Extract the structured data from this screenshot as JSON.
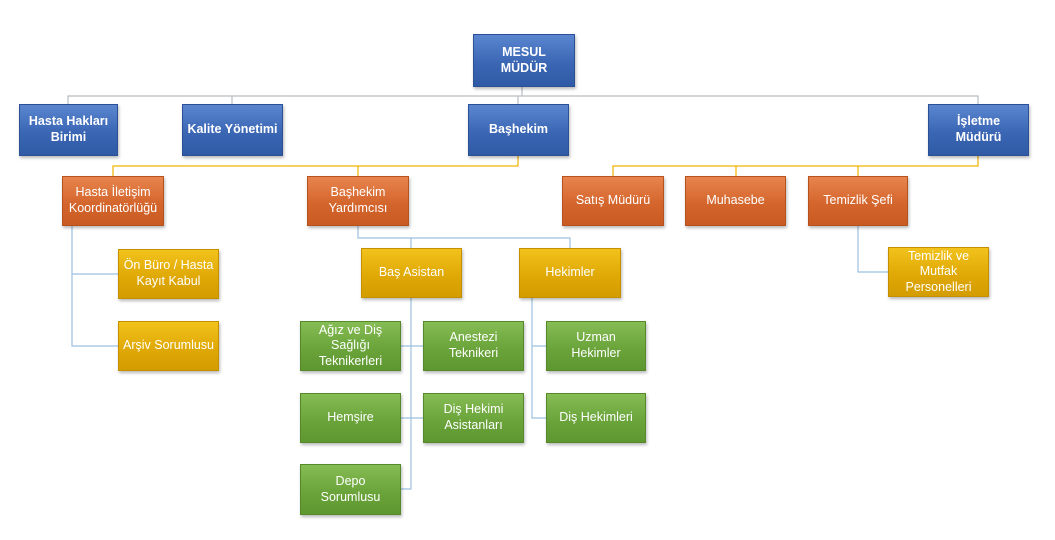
{
  "colors": {
    "blue": "#3a66b4",
    "orange": "#d4662d",
    "gold": "#e0a906",
    "green": "#6aa43a",
    "line_gray": "#b9bdc2",
    "line_gold": "#f0b400",
    "line_lightblue": "#9cc0e0"
  },
  "nodes": {
    "mesul_mudur": "MESUL MÜDÜR",
    "hasta_haklari": "Hasta Hakları Birimi",
    "kalite": "Kalite Yönetimi",
    "bashekim": "Başhekim",
    "isletme": "İşletme Müdürü",
    "hasta_iletisim": "Hasta İletişim Koordinatörlüğü",
    "bashekim_yrd": "Başhekim Yardımcısı",
    "satis": "Satış Müdürü",
    "muhasebe": "Muhasebe",
    "temizlik_sefi": "Temizlik Şefi",
    "on_buro": "Ön Büro / Hasta Kayıt Kabul",
    "arsiv": "Arşiv Sorumlusu",
    "bas_asistan": "Baş Asistan",
    "hekimler": "Hekimler",
    "temizlik_personel": "Temizlik ve Mutfak Personelleri",
    "agiz_dis": "Ağız ve Diş Sağlığı Teknikerleri",
    "anestezi": "Anestezi Teknikeri",
    "hemsire": "Hemşire",
    "dis_hekimi_asistan": "Diş Hekimi Asistanları",
    "depo": "Depo Sorumlusu",
    "uzman": "Uzman Hekimler",
    "dis_hekimleri": "Diş Hekimleri"
  }
}
